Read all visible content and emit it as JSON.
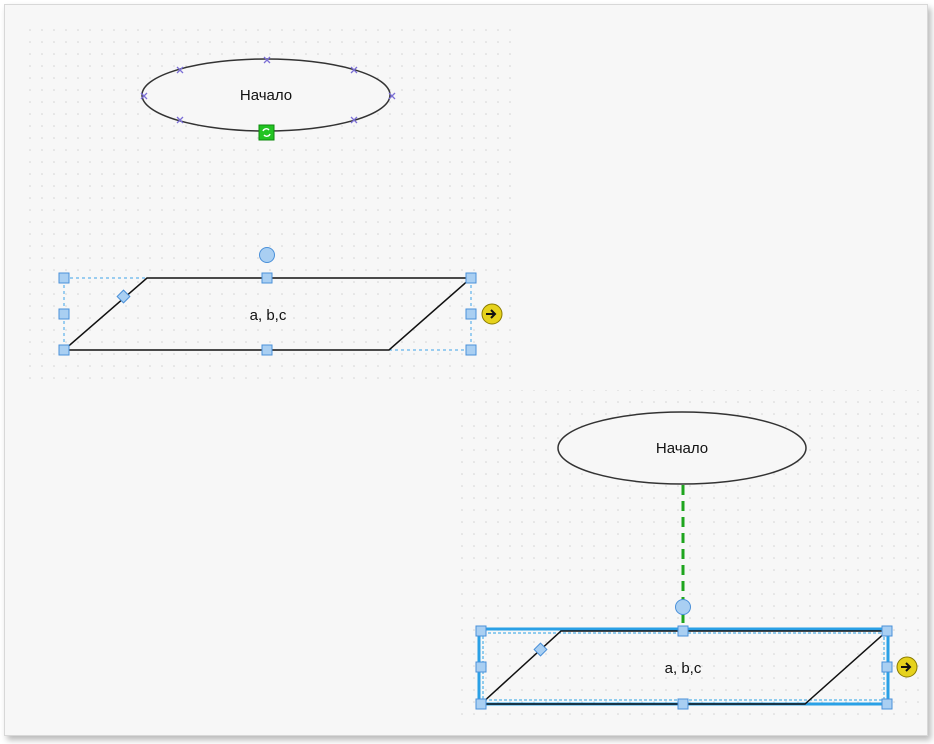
{
  "diagram1": {
    "start_label": "Начало",
    "io_label": "a, b,c"
  },
  "diagram2": {
    "start_label": "Начало",
    "io_label": "a, b,c"
  },
  "colors": {
    "selection": "#3da3e8",
    "handle_fill": "#a9cff2",
    "handle_stroke": "#4a90d9",
    "connector": "#1ea51e",
    "arrow_badge": "#e6d21c"
  },
  "icons": {
    "rotate_handle": "circle-handle-icon",
    "connect_arrow": "arrow-right-circle-icon",
    "link_badge": "link-icon"
  }
}
